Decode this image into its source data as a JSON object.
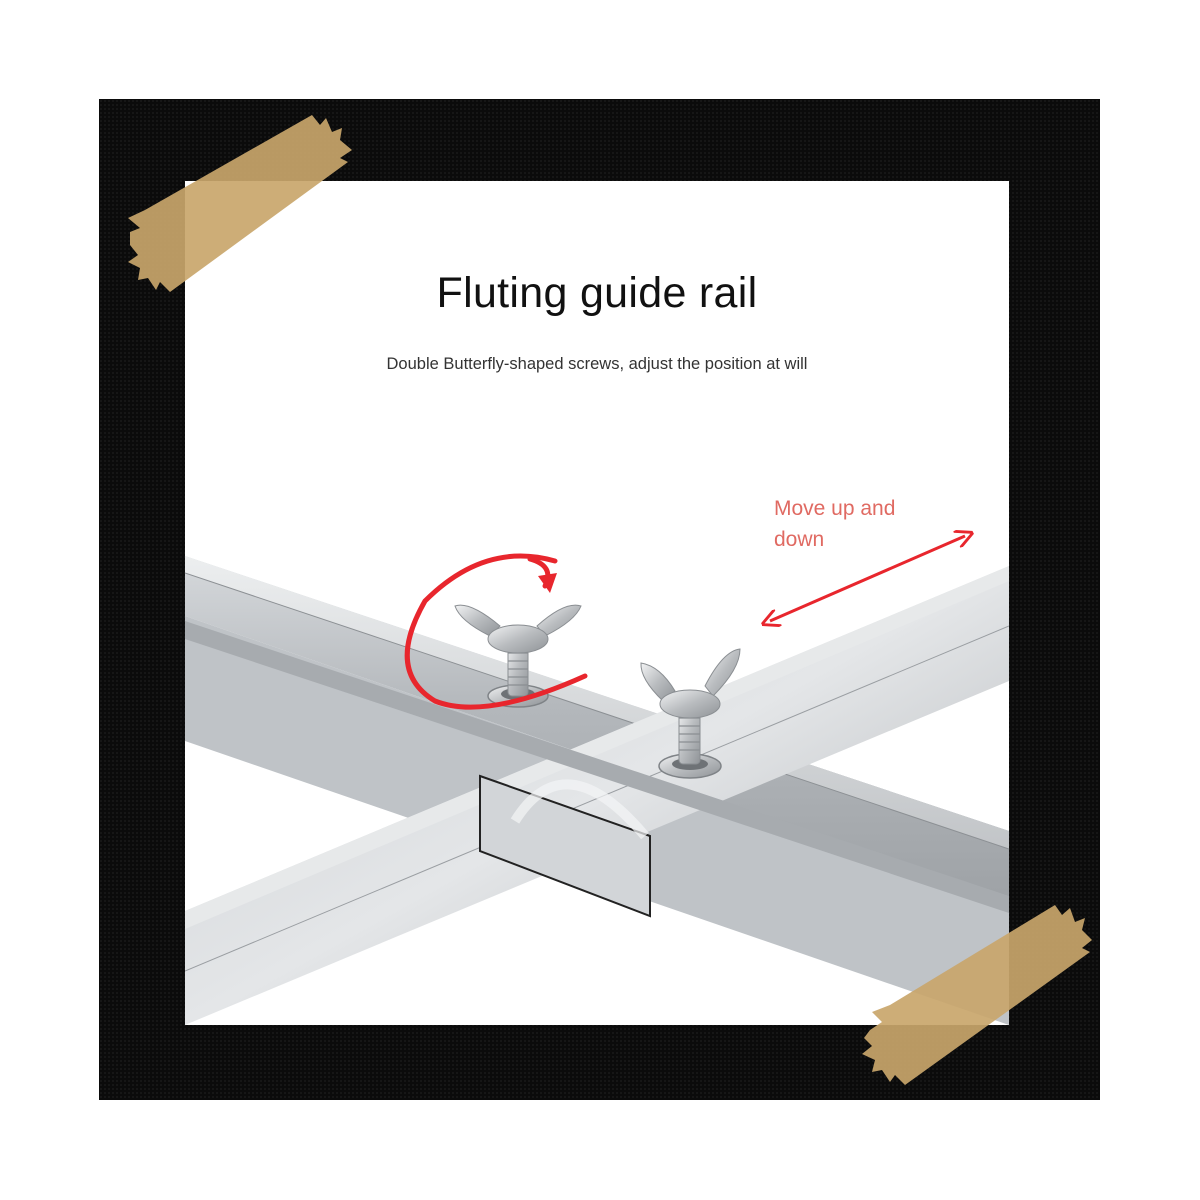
{
  "heading": {
    "title": "Fluting guide rail",
    "subtitle": "Double Butterfly-shaped screws, adjust the position at will"
  },
  "annotation": {
    "move_label": "Move up and down"
  },
  "icons": {
    "rotate_arrow": "circular-arrow-icon",
    "move_arrow": "double-arrow-icon"
  },
  "colors": {
    "frame": "#0b0b0b",
    "tape": "#c9a66b",
    "arrow_red": "#e8262d",
    "label_red": "#e06a62",
    "steel": "#b8bcc0"
  }
}
